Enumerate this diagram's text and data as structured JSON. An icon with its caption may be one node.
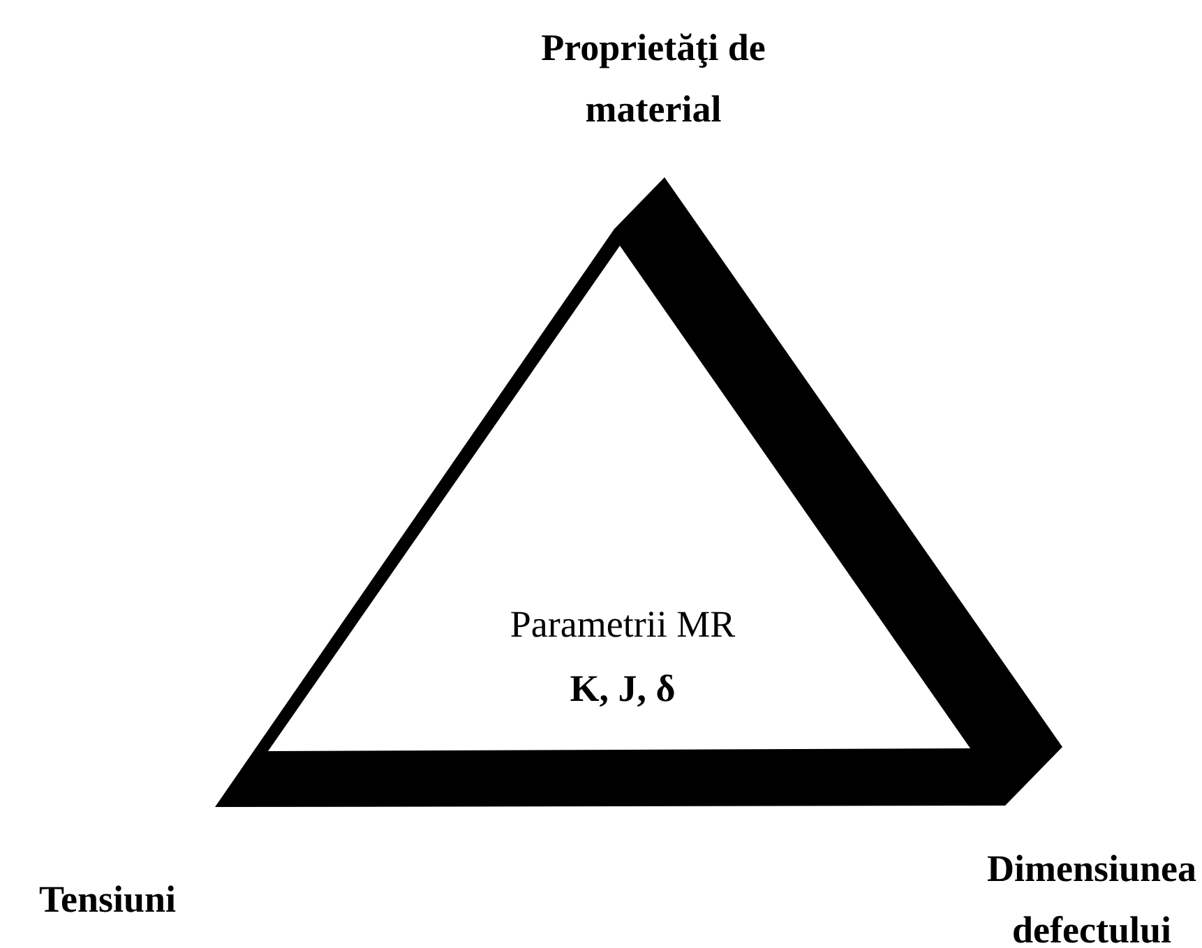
{
  "diagram": {
    "nodes": [
      {
        "text": [
          "Parametrii MR",
          "K, J, δ"
        ]
      }
    ],
    "labels": [
      "Proprietăţi de material",
      "Tensiuni",
      "Dimensiunea defectului"
    ]
  }
}
